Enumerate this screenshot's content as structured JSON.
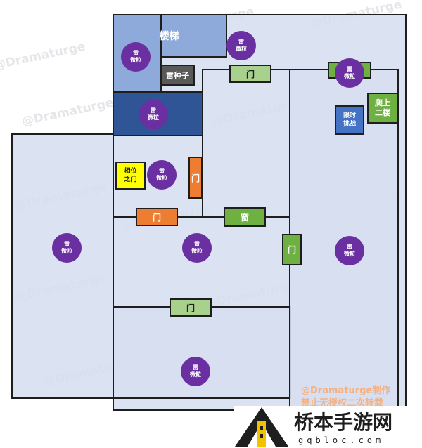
{
  "watermark_text": "@Dramaturge",
  "rooms": {
    "stairs_label": "楼梯",
    "marker_line1": "雷",
    "marker_line2": "微粒"
  },
  "doors": {
    "door_label": "门",
    "window_label": "窗"
  },
  "labels": {
    "thunder_seed": "雷种子",
    "phase_door_line1": "相位",
    "phase_door_line2": "之门",
    "timed_challenge_line1": "限时",
    "timed_challenge_line2": "挑战",
    "climb_up_line1": "爬上",
    "climb_up_line2": "二楼"
  },
  "credits": {
    "credit_line1": "@Dramaturge制作",
    "credit_line2": "禁止无授权二次转载"
  },
  "logo": {
    "site_name": "桥本手游网",
    "site_url": "gqbloc.com"
  },
  "colors": {
    "floor": "#d6deef",
    "marker": "#6a2fa0",
    "door_green": "#6fb043",
    "door_orange": "#ed7d31",
    "phase_door": "#ffff00",
    "timed_challenge": "#4472c4",
    "stairs": "#8eaadb",
    "dark_room": "#2f5597",
    "seed_box": "#595959"
  }
}
